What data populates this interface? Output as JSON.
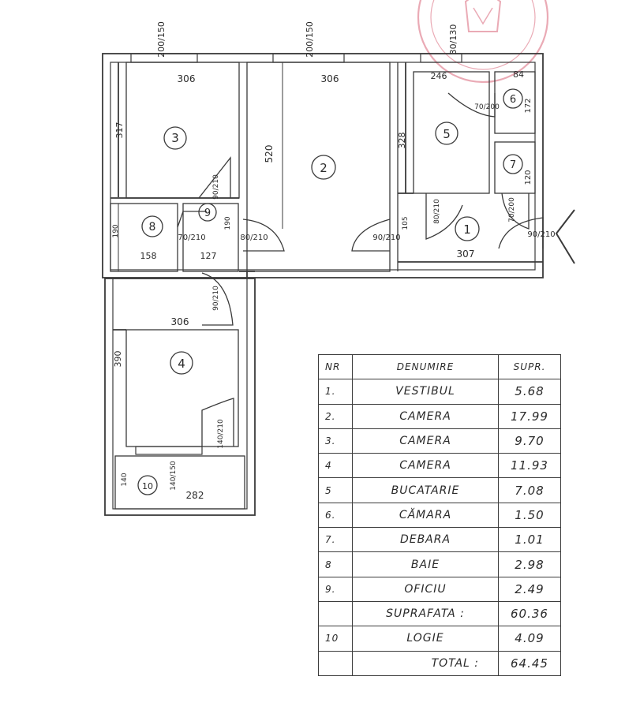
{
  "plan": {
    "rooms": [
      {
        "number": "1"
      },
      {
        "number": "2"
      },
      {
        "number": "3"
      },
      {
        "number": "4"
      },
      {
        "number": "5"
      },
      {
        "number": "6"
      },
      {
        "number": "7"
      },
      {
        "number": "8"
      },
      {
        "number": "9"
      },
      {
        "number": "10"
      }
    ],
    "dimensions": {
      "w_top_left": "200/150",
      "w_top_mid": "200/150",
      "w_top_right": "30/130",
      "r3_width": "306",
      "r2_width": "306",
      "r5_width": "246",
      "r6_width": "84",
      "r3_height": "317",
      "r2_height": "520",
      "r5_height": "328",
      "r6_height": "172",
      "r6_door": "70/200",
      "r7_door": "70/200",
      "r7_height": "120",
      "r9_door": "90/210",
      "r9_side": "190",
      "r8_door": "70/210",
      "r8_height": "190",
      "r8_width": "158",
      "r9_width": "127",
      "r2_door": "80/210",
      "r2_door_right": "90/210",
      "r5_side": "105",
      "r1_door": "80/210",
      "r1_width": "307",
      "entry_door": "90/210",
      "r4_door_top": "90/210",
      "r4_width": "306",
      "r4_height": "390",
      "r4_door_bottom": "140/210",
      "r10_door": "140/150",
      "r10_side": "140",
      "r10_width": "282"
    }
  },
  "table": {
    "headers": {
      "nr": "NR",
      "name": "DENUMIRE",
      "area": "SUPR."
    },
    "rows": [
      {
        "nr": "1.",
        "name": "VESTIBUL",
        "area": "5.68"
      },
      {
        "nr": "2.",
        "name": "CAMERA",
        "area": "17.99"
      },
      {
        "nr": "3.",
        "name": "CAMERA",
        "area": "9.70"
      },
      {
        "nr": "4",
        "name": "CAMERA",
        "area": "11.93"
      },
      {
        "nr": "5",
        "name": "BUCATARIE",
        "area": "7.08"
      },
      {
        "nr": "6.",
        "name": "CĂMARA",
        "area": "1.50"
      },
      {
        "nr": "7.",
        "name": "DEBARA",
        "area": "1.01"
      },
      {
        "nr": "8",
        "name": "BAIE",
        "area": "2.98"
      },
      {
        "nr": "9.",
        "name": "OFICIU",
        "area": "2.49"
      }
    ],
    "subtotal": {
      "label": "SUPRAFATA :",
      "area": "60.36"
    },
    "logia": {
      "nr": "10",
      "name": "LOGIE",
      "area": "4.09"
    },
    "total": {
      "label": "TOTAL :",
      "area": "64.45"
    }
  }
}
